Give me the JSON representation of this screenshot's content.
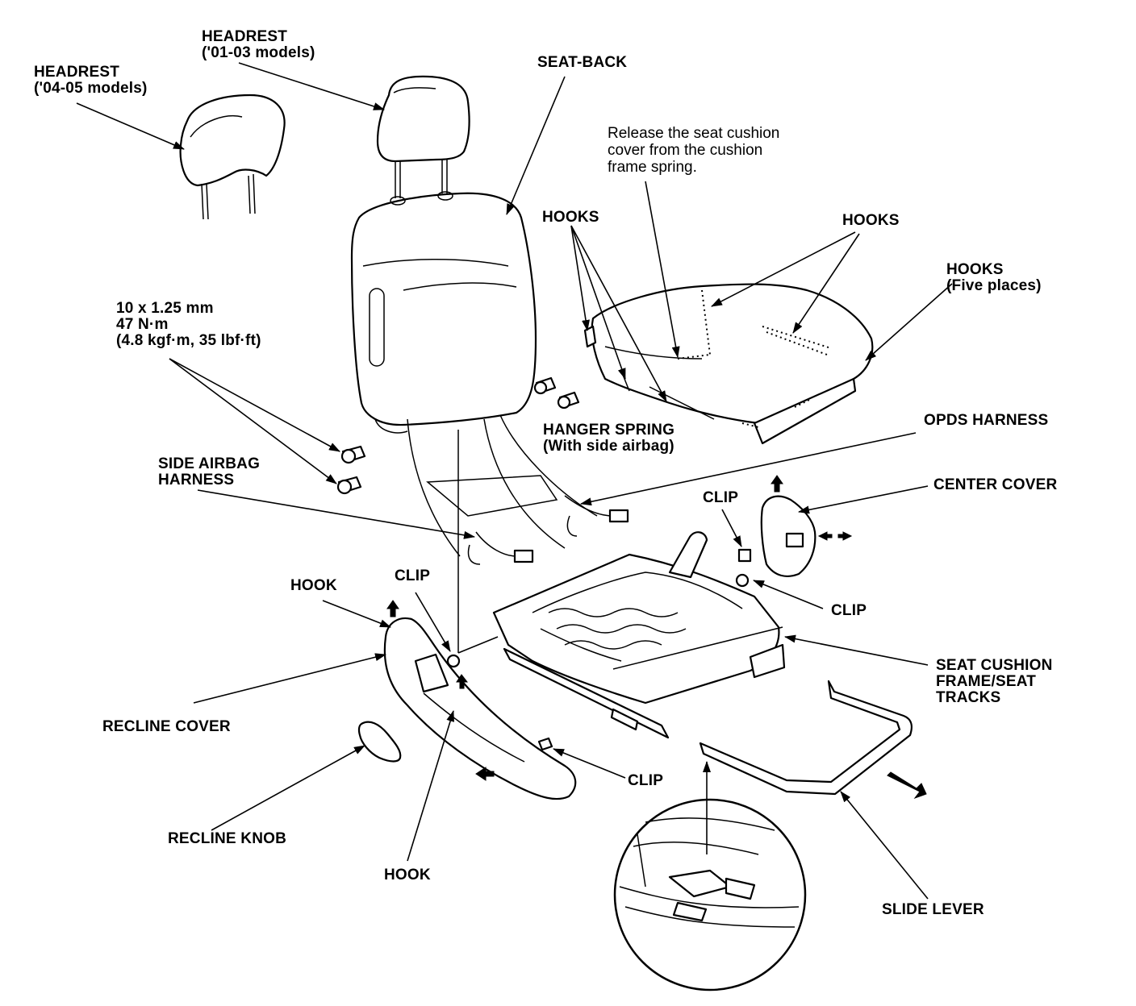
{
  "diagram": {
    "labels": {
      "headrest_04_05": [
        "HEADREST",
        "('04-05 models)"
      ],
      "headrest_01_03": [
        "HEADREST",
        "('01-03 models)"
      ],
      "seat_back": "SEAT-BACK",
      "release_note": [
        "Release the seat cushion",
        "cover from the cushion",
        "frame spring."
      ],
      "hooks_left": "HOOKS",
      "hooks_right": "HOOKS",
      "hooks_five": [
        "HOOKS",
        "(Five places)"
      ],
      "torque_spec": [
        "10 x 1.25 mm",
        "47 N·m",
        "(4.8 kgf·m, 35 lbf·ft)"
      ],
      "hanger_spring": [
        "HANGER SPRING",
        "(With side airbag)"
      ],
      "opds_harness": "OPDS HARNESS",
      "side_airbag_harness": [
        "SIDE AIRBAG",
        "HARNESS"
      ],
      "clip_top": "CLIP",
      "center_cover": "CENTER COVER",
      "clip_right": "CLIP",
      "hook_top": "HOOK",
      "clip_left": "CLIP",
      "seat_cushion_frame": [
        "SEAT CUSHION",
        "FRAME/SEAT",
        "TRACKS"
      ],
      "recline_cover": "RECLINE COVER",
      "clip_bottom": "CLIP",
      "recline_knob": "RECLINE KNOB",
      "hook_bottom": "HOOK",
      "slide_lever": "SLIDE LEVER"
    }
  }
}
